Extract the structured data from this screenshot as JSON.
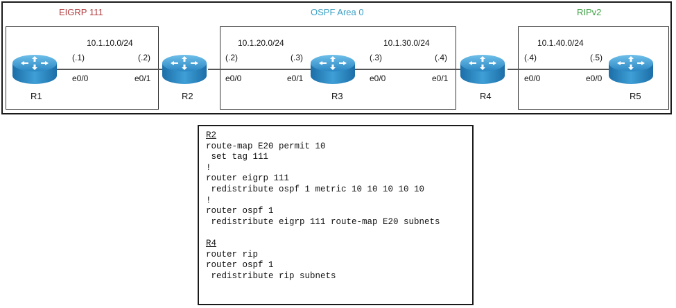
{
  "topology": {
    "zones": [
      {
        "id": "eigrp",
        "title": "EIGRP 111",
        "color": "#b0393b"
      },
      {
        "id": "ospf",
        "title": "OSPF Area 0",
        "color": "#3a9fc4"
      },
      {
        "id": "rip",
        "title": "RIPv2",
        "color": "#3aa040"
      }
    ],
    "routers": [
      "R1",
      "R2",
      "R3",
      "R4",
      "R5"
    ],
    "subnets": [
      "10.1.10.0/24",
      "10.1.20.0/24",
      "10.1.30.0/24",
      "10.1.40.0/24"
    ],
    "host_ids": {
      "r1_l": "(.1)",
      "r2_l": "(.2)",
      "r2_r": "(.2)",
      "r3_l": "(.3)",
      "r3_r": "(.3)",
      "r4_l": "(.4)",
      "r4_r": "(.4)",
      "r5_l": "(.5)"
    },
    "interfaces": {
      "r1": "e0/0",
      "r2_l": "e0/1",
      "r2_r": "e0/0",
      "r3_l": "e0/1",
      "r3_r": "e0/0",
      "r4_l": "e0/1",
      "r4_r": "e0/0",
      "r5": "e0/0"
    },
    "router_color": "#2d8fc9"
  },
  "config": {
    "lines": [
      {
        "text": "R2",
        "header": true
      },
      {
        "text": "route-map E20 permit 10"
      },
      {
        "text": " set tag 111"
      },
      {
        "text": "!"
      },
      {
        "text": "router eigrp 111"
      },
      {
        "text": " redistribute ospf 1 metric 10 10 10 10 10"
      },
      {
        "text": "!"
      },
      {
        "text": "router ospf 1"
      },
      {
        "text": " redistribute eigrp 111 route-map E20 subnets"
      },
      {
        "text": ""
      },
      {
        "text": "R4",
        "header": true
      },
      {
        "text": "router rip"
      },
      {
        "text": "router ospf 1"
      },
      {
        "text": " redistribute rip subnets"
      }
    ]
  }
}
